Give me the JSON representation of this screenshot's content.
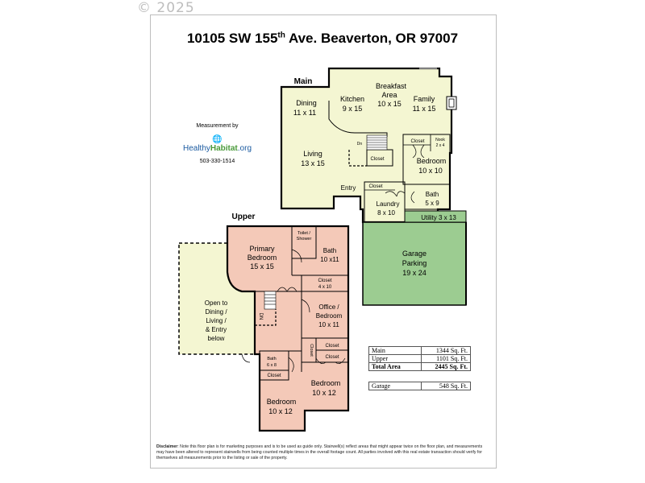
{
  "copyright": "© 2025",
  "title": {
    "address_prefix": "10105 SW 155",
    "address_sup": "th",
    "address_suffix": " Ave. Beaverton, OR 97007"
  },
  "floors": {
    "main": "Main",
    "upper": "Upper"
  },
  "measurement": {
    "by": "Measurement by",
    "brand_a": "Healthy",
    "brand_b": "Habitat",
    "brand_c": ".org",
    "phone": "503-330-1514"
  },
  "rooms_main": {
    "dining": [
      "Dining",
      "11 x 11"
    ],
    "kitchen": [
      "Kitchen",
      "9 x 15"
    ],
    "breakfast": [
      "Breakfast",
      "Area",
      "10 x 15"
    ],
    "family": [
      "Family",
      "11 x 15"
    ],
    "living": [
      "Living",
      "13 x 15"
    ],
    "closet1": "Closet",
    "nook": [
      "Nook",
      "2 x 4"
    ],
    "closet2": "Closet",
    "bedroom": [
      "Bedroom",
      "10 x 10"
    ],
    "entry": "Entry",
    "closet3": "Closet",
    "bath": [
      "Bath",
      "5 x 9"
    ],
    "laundry": [
      "Laundry",
      "8 x 10"
    ],
    "dn": "Dn",
    "utility": "Utility 3 x 13",
    "garage": [
      "Garage",
      "Parking",
      "19 x 24"
    ]
  },
  "rooms_upper": {
    "toilet": [
      "Toilet /",
      "Shower"
    ],
    "primary": [
      "Primary",
      "Bedroom",
      "15 x 15"
    ],
    "bath": [
      "Bath",
      "10 x11"
    ],
    "closet_a": [
      "Closet",
      "4 x 10"
    ],
    "open": [
      "Open to",
      "Dining /",
      "Living /",
      "& Entry",
      "below"
    ],
    "dn": "DN",
    "office": [
      "Office /",
      "Bedroom",
      "10 x 11"
    ],
    "closet_b": "Closet",
    "closet_c": "Closet",
    "closet_d": "Closet",
    "bath2": [
      "Bath",
      "6 x 8"
    ],
    "closet_e": "Closet",
    "bed2": [
      "Bedroom",
      "10 x 12"
    ],
    "bed3": [
      "Bedroom",
      "10 x 12"
    ]
  },
  "area_table": {
    "rows": [
      {
        "label": "Main",
        "value": "1344 Sq. Ft."
      },
      {
        "label": "Upper",
        "value": "1101 Sq. Ft."
      },
      {
        "label": "Total Area",
        "value": "2445 Sq. Ft."
      }
    ],
    "garage": {
      "label": "Garage",
      "value": "548 Sq. Ft."
    }
  },
  "disclaimer": {
    "label": "Disclaimer",
    "text": ": Note this floor plan is for marketing purposes and is to be used as guide only.  Stairwell(s) reflect areas that might appear twice on the floor plan, and measurements may have been altered to represent stairwells from being counted multiple times in the overall footage count.  All parties involved with this real estate transaction should verify for themselves all measurements prior to the listing or sale of the property."
  },
  "colors": {
    "main": "#f4f6d2",
    "upper": "#f4c9b8",
    "garage": "#9ccc91",
    "open": "#f4f6d2"
  }
}
